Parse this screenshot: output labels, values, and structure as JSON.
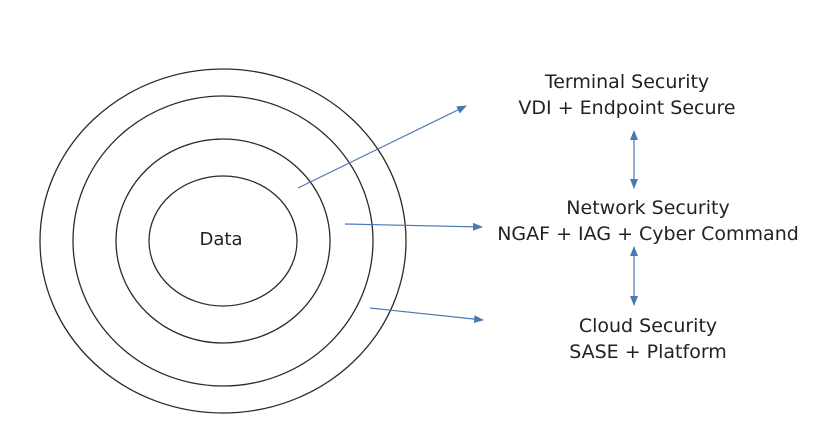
{
  "center": {
    "label": "Data"
  },
  "layers": [
    {
      "name": "terminal-security",
      "title": "Terminal Security",
      "subtitle": "VDI + Endpoint Secure"
    },
    {
      "name": "network-security",
      "title": "Network Security",
      "subtitle": "NGAF + IAG + Cyber Command"
    },
    {
      "name": "cloud-security",
      "title": "Cloud Security",
      "subtitle": "SASE + Platform"
    }
  ],
  "colors": {
    "ring": "#2b2b2b",
    "arrow": "#4a78b5",
    "text": "#222222",
    "background": "#ffffff"
  }
}
